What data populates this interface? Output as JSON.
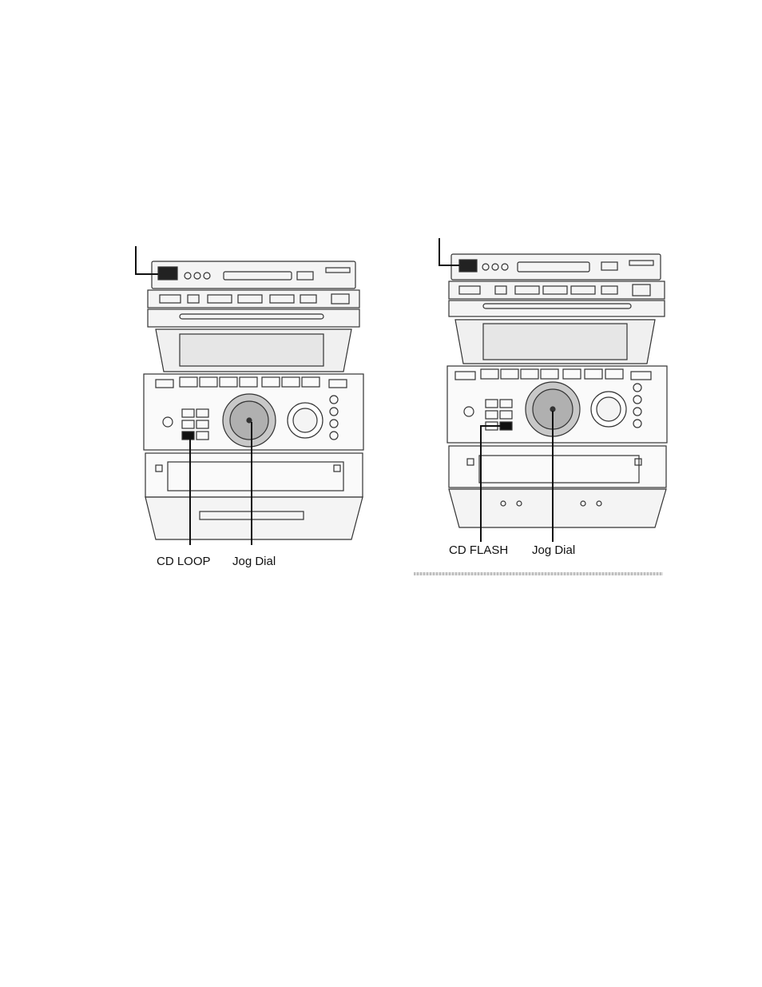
{
  "figures": [
    {
      "id": "left",
      "callouts": {
        "button": "CD LOOP",
        "dial": "Jog Dial"
      }
    },
    {
      "id": "right",
      "callouts": {
        "button": "CD FLASH",
        "dial": "Jog Dial"
      }
    }
  ]
}
